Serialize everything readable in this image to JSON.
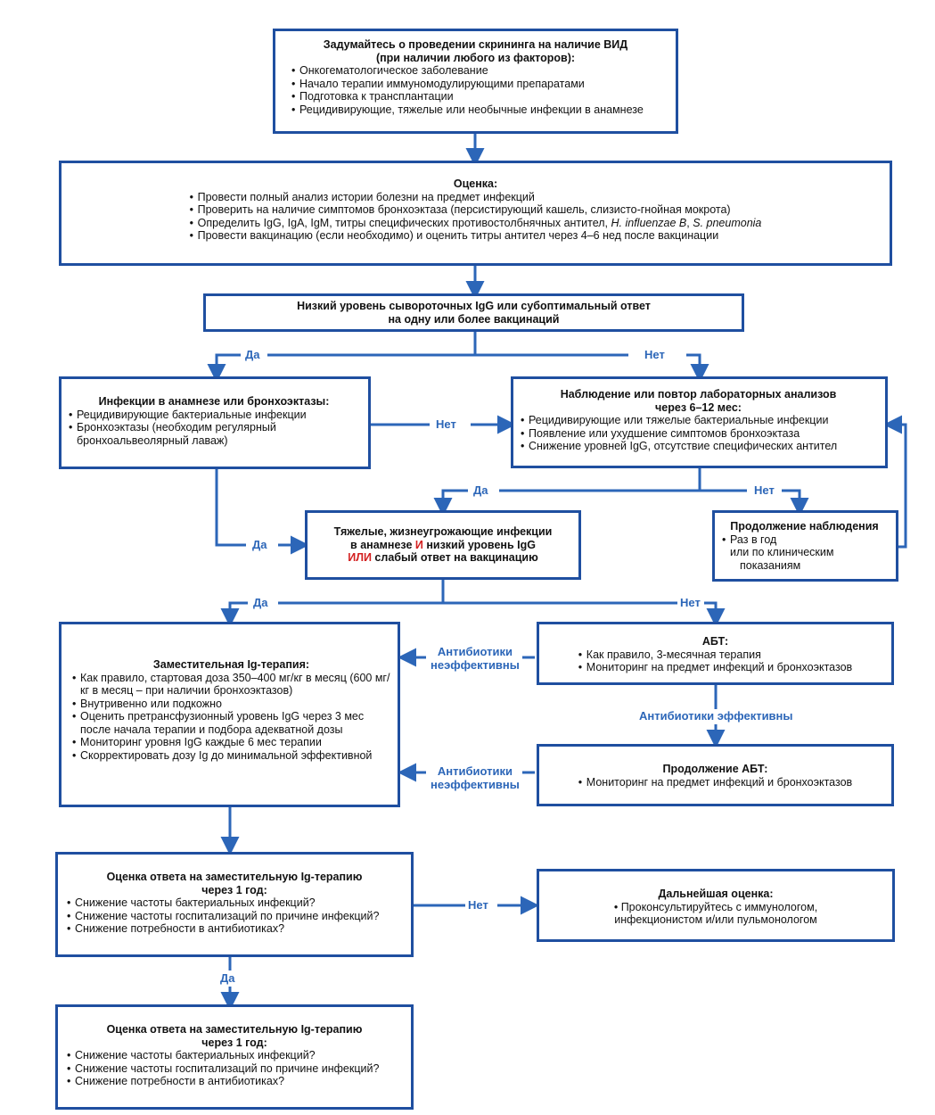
{
  "boxes": {
    "screening": {
      "title_line1": "Задумайтесь о проведении скрининга на наличие ВИД",
      "title_line2": "(при наличии любого из факторов):",
      "items": [
        "Онкогематологическое заболевание",
        "Начало терапии иммуномодулирующими препаратами",
        "Подготовка к трансплантации",
        "Рецидивирующие, тяжелые или необычные инфекции в анамнезе"
      ]
    },
    "assessment": {
      "title": "Оценка:",
      "items": [
        "Провести полный анализ истории болезни на предмет инфекций",
        "Проверить на наличие симптомов бронхоэктаза (персистирующий кашель, слизисто-гнойная мокрота)"
      ],
      "item3_prefix": "Определить IgG, IgA, IgM, титры специфических противостолбнячных антител, ",
      "item3_italic1": "H. influenzae B",
      "item3_sep": ", ",
      "item3_italic2": "S. pneumonia",
      "item4": "Провести вакцинацию (если необходимо) и оценить титры антител через 4–6 нед после вакцинации"
    },
    "low_igg": {
      "line1": "Низкий уровень сывороточных IgG или субоптимальный ответ",
      "line2": "на одну или более вакцинаций"
    },
    "history": {
      "title": "Инфекции в анамнезе или бронхоэктазы:",
      "items": [
        "Рецидивирующие бактериальные инфекции",
        "Бронхоэктазы (необходим регулярный бронхоальвеолярный лаваж)"
      ]
    },
    "observation": {
      "title_line1": "Наблюдение или повтор лабораторных анализов",
      "title_line2": "через 6–12 мес:",
      "items": [
        "Рецидивирующие или тяжелые бактериальные инфекции",
        "Появление или ухудшение симптомов бронхоэктаза",
        "Снижение уровней IgG, отсутствие специфических антител"
      ]
    },
    "severe": {
      "line1": "Тяжелые, жизнеугрожающие инфекции",
      "line2_a": "в анамнезе ",
      "line2_red": "И",
      "line2_b": " низкий уровень IgG",
      "line3_red": "ИЛИ",
      "line3_b": " слабый ответ на вакцинацию"
    },
    "continue_obs": {
      "title": "Продолжение наблюдения",
      "item": "Раз в год",
      "item_cont1": "или по клиническим",
      "item_cont2": "показаниям"
    },
    "replacement": {
      "title": "Заместительная Ig-терапия:",
      "items": [
        "Как правило, стартовая доза 350–400 мг/кг в месяц (600 мг/кг в месяц – при наличии бронхоэктазов)",
        "Внутривенно или подкожно",
        "Оценить претрансфузионный уровень IgG через 3 мес после начала терапии и подбора адекватной дозы",
        "Мониторинг уровня IgG каждые 6 мес терапии",
        "Скорректировать дозу Ig до минимальной эффективной"
      ]
    },
    "abt": {
      "title": "АБТ:",
      "items": [
        "Как правило, 3-месячная терапия",
        "Мониторинг на предмет инфекций и бронхоэктазов"
      ]
    },
    "continue_abt": {
      "title": "Продолжение АБТ:",
      "items": [
        "Мониторинг на предмет инфекций и бронхоэктазов"
      ]
    },
    "response1": {
      "title_line1": "Оценка ответа на заместительную Ig-терапию",
      "title_line2": "через 1 год:",
      "items": [
        "Снижение частоты бактериальных инфекций?",
        "Снижение частоты госпитализаций по причине инфекций?",
        "Снижение потребности в антибиотиках?"
      ]
    },
    "further": {
      "title": "Дальнейшая оценка:",
      "item_line1": "Проконсультируйтесь с иммунологом,",
      "item_line2": "инфекционистом и/или пульмонологом"
    },
    "response2": {
      "title_line1": "Оценка ответа на заместительную Ig-терапию",
      "title_line2": "через 1 год:",
      "items": [
        "Снижение частоты бактериальных инфекций?",
        "Снижение частоты госпитализаций по причине инфекций?",
        "Снижение потребности в антибиотиках?"
      ]
    }
  },
  "labels": {
    "yes1": "Да",
    "no1": "Нет",
    "no_mid": "Нет",
    "yes2": "Да",
    "no2": "Нет",
    "yes3": "Да",
    "yes4": "Да",
    "no3": "Нет",
    "abx_ineffective1_l1": "Антибиотики",
    "abx_ineffective1_l2": "неэффективны",
    "abx_effective": "Антибиотики эффективны",
    "abx_ineffective2_l1": "Антибиотики",
    "abx_ineffective2_l2": "неэффективны",
    "no4": "Нет",
    "yes5": "Да"
  },
  "colors": {
    "border": "#1f4fa0",
    "label": "#2c66b8",
    "emphasis": "#d32020"
  }
}
